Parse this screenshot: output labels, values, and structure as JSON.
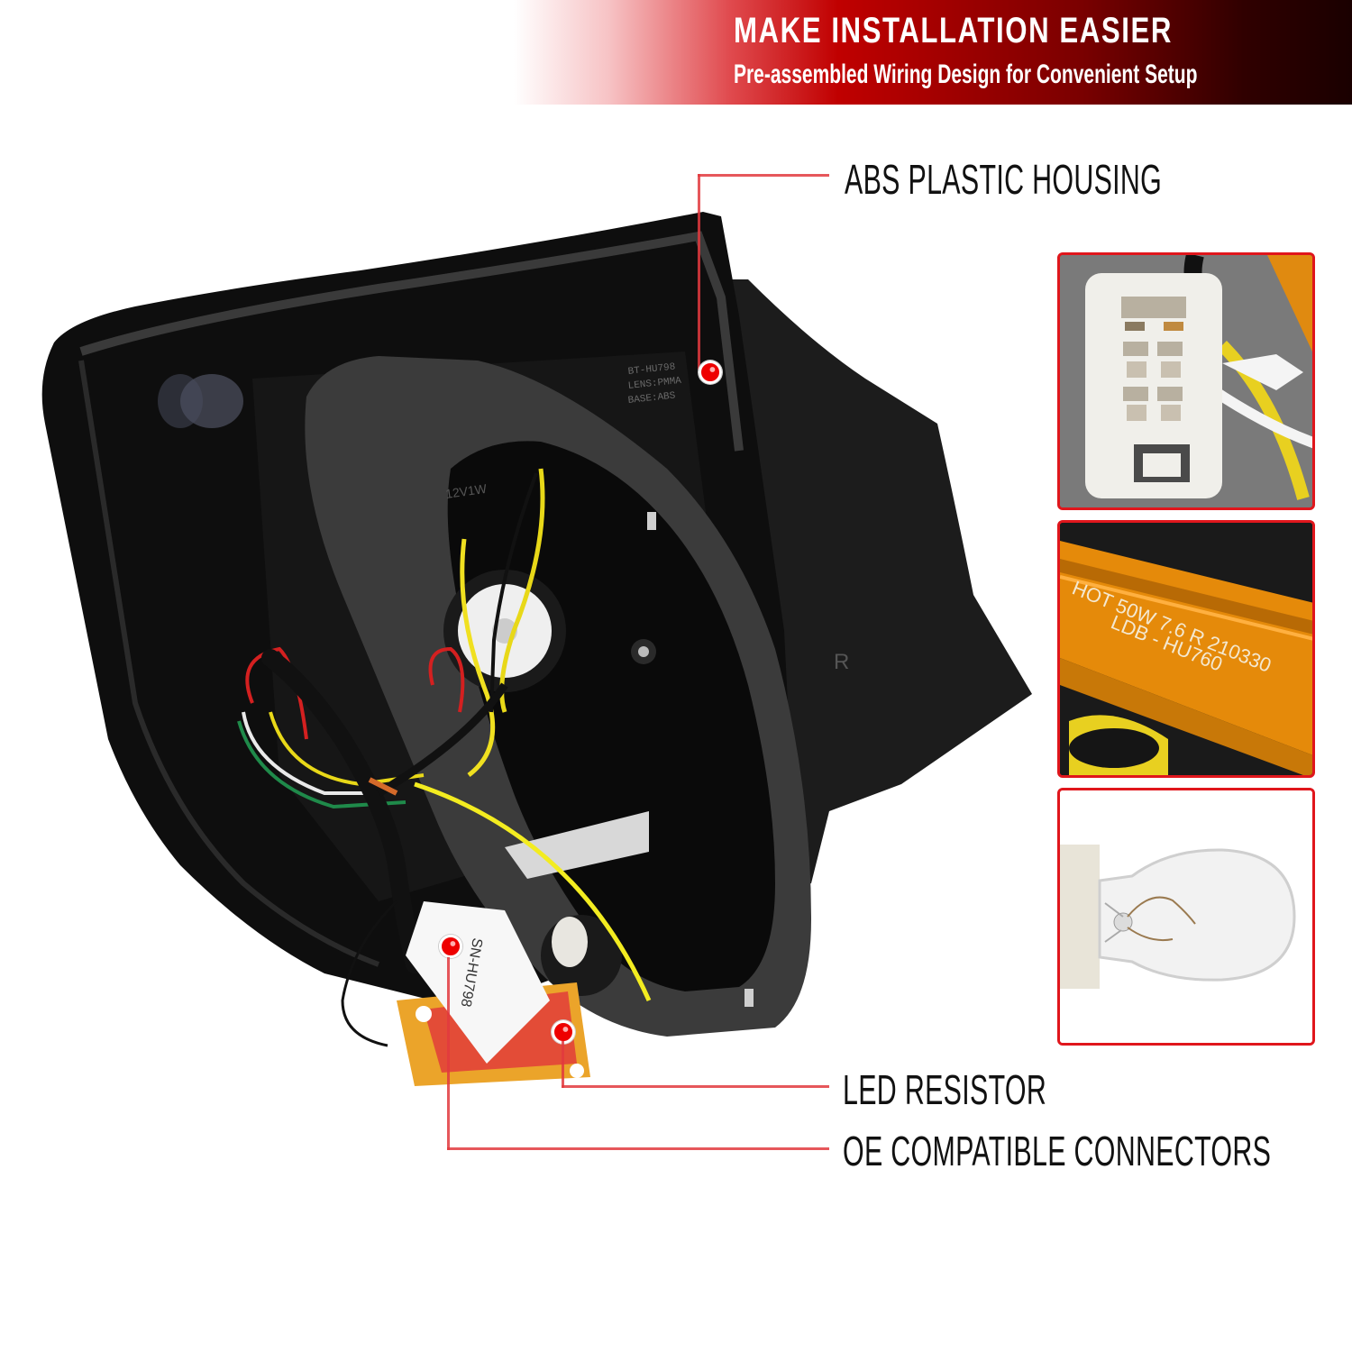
{
  "banner": {
    "title": "MAKE INSTALLATION EASIER",
    "subtitle": "Pre-assembled Wiring Design for Convenient Setup",
    "gradient_colors": [
      "#ffffff",
      "#c00000",
      "#1a0000"
    ]
  },
  "callouts": [
    {
      "label": "ABS PLASTIC HOUSING"
    },
    {
      "label": "LED RESISTOR"
    },
    {
      "label": "OE COMPATIBLE CONNECTORS"
    }
  ],
  "product": {
    "housing_markings": [
      "BT-HU798",
      "LENS:PMMA",
      "BASE:ABS"
    ],
    "bulb_socket_marking": "12V1W",
    "side_marking": "R",
    "sticker_text": "SN-HU798"
  },
  "thumbnails": [
    {
      "name": "connector",
      "caption": ""
    },
    {
      "name": "resistor",
      "lines": [
        "HOT 50W 7.6 R 210330",
        "LDB - HU760"
      ]
    },
    {
      "name": "bulb",
      "caption": ""
    }
  ],
  "colors": {
    "accent_red": "#e0161c",
    "callout_line": "#e23a3e",
    "resistor_gold": "#e08a10",
    "housing_black": "#111111",
    "gasket_gray": "#3a3a3a"
  }
}
